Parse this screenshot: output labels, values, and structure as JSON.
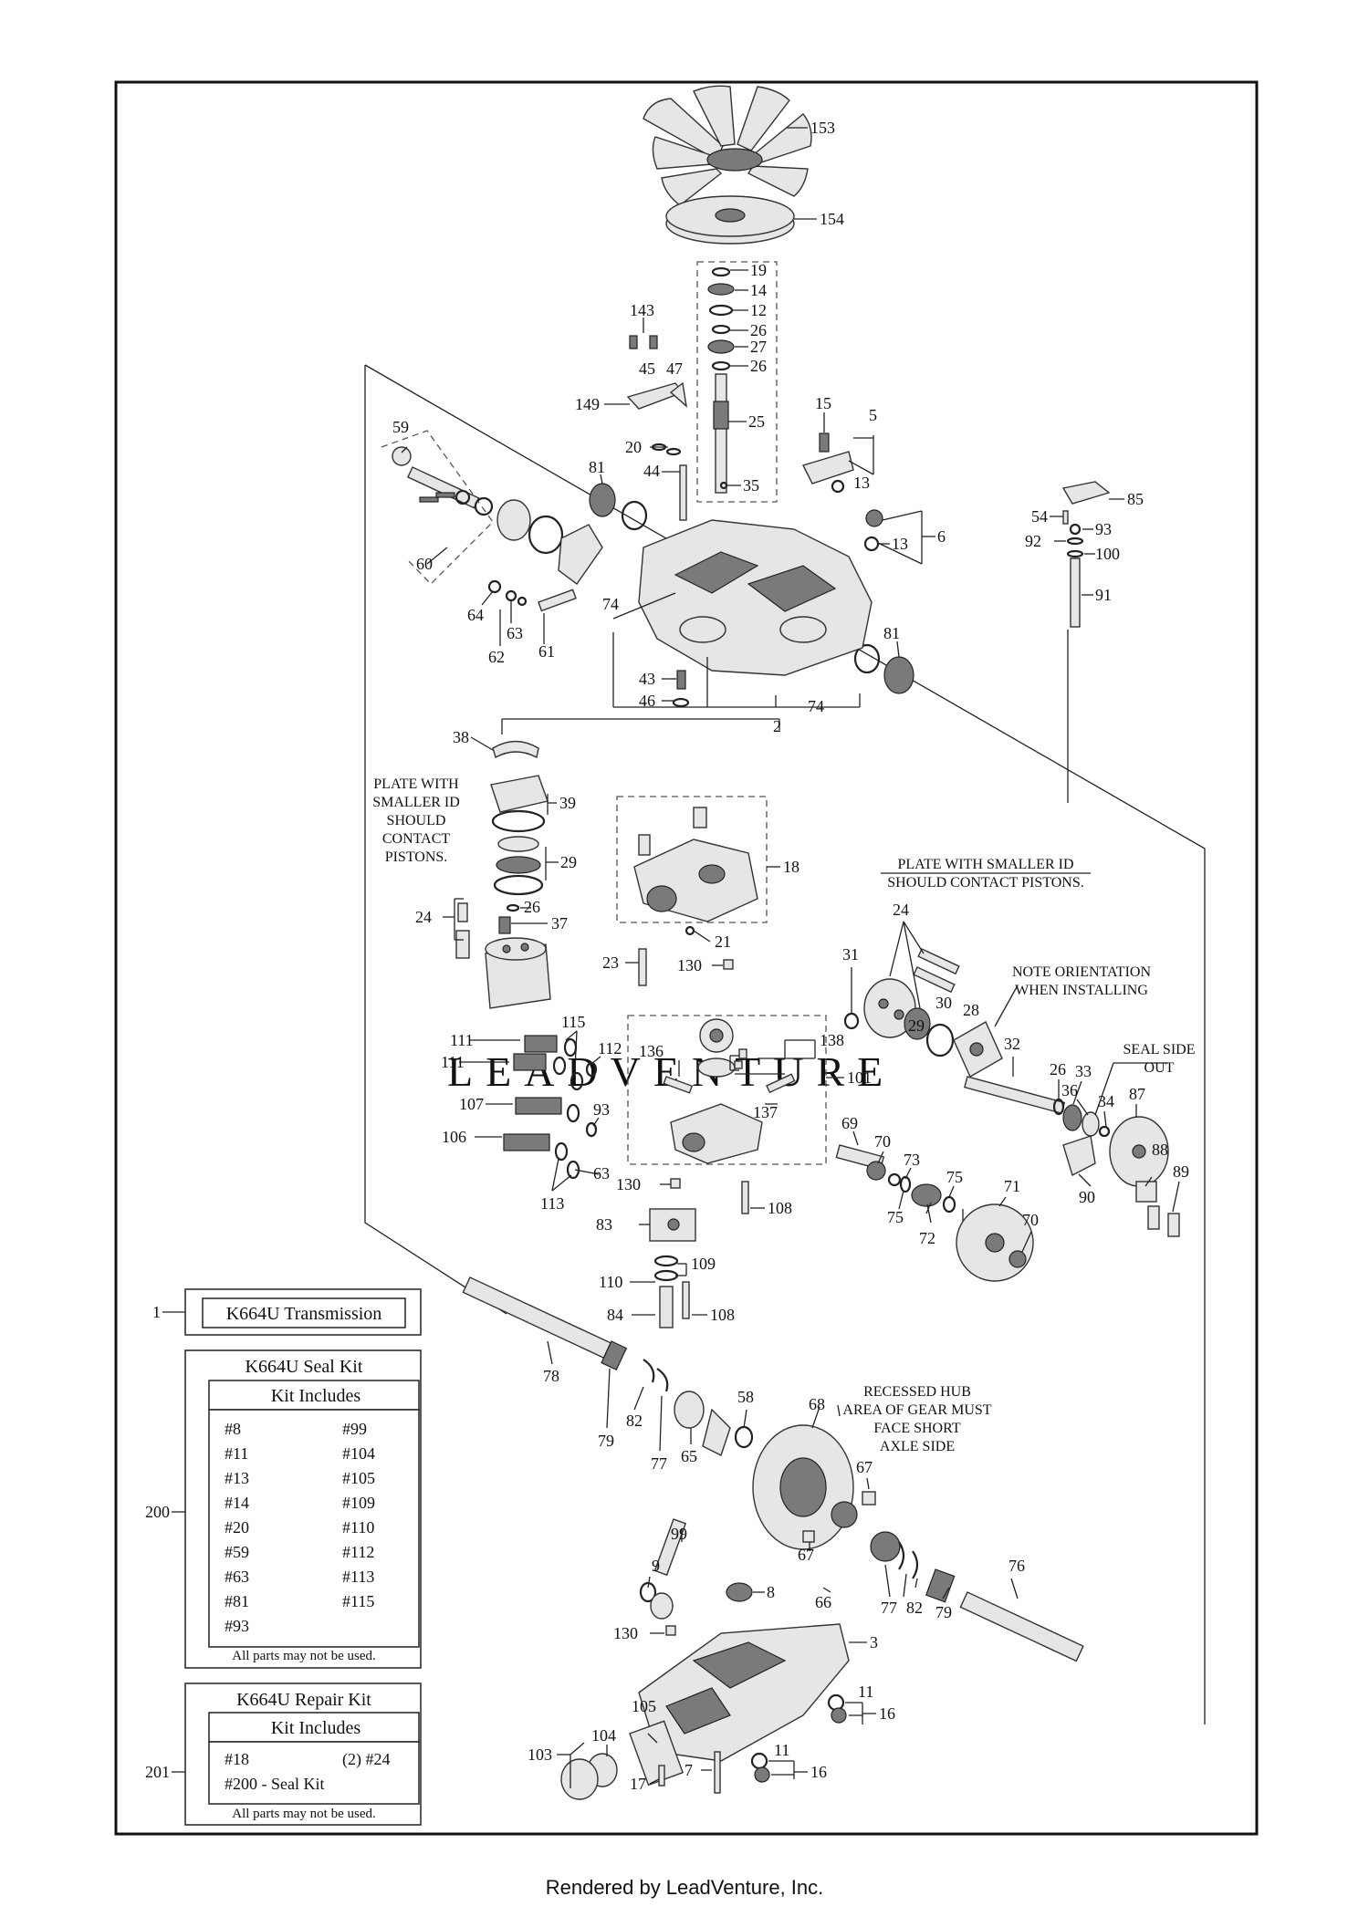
{
  "callouts": {
    "p153": "153",
    "p154": "154",
    "p19": "19",
    "p14": "14",
    "p12": "12",
    "p26a": "26",
    "p27": "27",
    "p26b": "26",
    "p143": "143",
    "p45": "45",
    "p47": "47",
    "p149": "149",
    "p25": "25",
    "p15": "15",
    "p5": "5",
    "p59": "59",
    "p20": "20",
    "p44": "44",
    "p13a": "13",
    "p35": "35",
    "p81a": "81",
    "p85": "85",
    "p54": "54",
    "p93a": "93",
    "p6": "6",
    "p13b": "13",
    "p92": "92",
    "p100": "100",
    "p60": "60",
    "p91": "91",
    "p64": "64",
    "p74a": "74",
    "p63a": "63",
    "p61": "61",
    "p62": "62",
    "p81b": "81",
    "p43": "43",
    "p46": "46",
    "p74b": "74",
    "p2": "2",
    "p38": "38",
    "p39": "39",
    "p29a": "29",
    "p18": "18",
    "p26c": "26",
    "p37": "37",
    "p24a": "24",
    "p21": "21",
    "p23": "23",
    "p130a": "130",
    "p31": "31",
    "p24b": "24",
    "p29b": "29",
    "p30": "30",
    "p28": "28",
    "p111a": "111",
    "p115": "115",
    "p112": "112",
    "p136": "136",
    "p138": "138",
    "p111b": "111",
    "p101": "101",
    "p32": "32",
    "p26d": "26",
    "p33": "33",
    "p36": "36",
    "p34": "34",
    "p107": "107",
    "p93b": "93",
    "p137": "137",
    "p87": "87",
    "p69": "69",
    "p70a": "70",
    "p73": "73",
    "p106": "106",
    "p63b": "63",
    "p88": "88",
    "p90": "90",
    "p89": "89",
    "p75a": "75",
    "p75b": "75",
    "p71": "71",
    "p113": "113",
    "p130b": "130",
    "p108a": "108",
    "p72": "72",
    "p70b": "70",
    "p83": "83",
    "p109": "109",
    "p110": "110",
    "p84": "84",
    "p108b": "108",
    "p78": "78",
    "p58": "58",
    "p68": "68",
    "p82a": "82",
    "p79a": "79",
    "p77a": "77",
    "p65": "65",
    "p67a": "67",
    "p67b": "67",
    "p99": "99",
    "p9": "9",
    "p8": "8",
    "p66": "66",
    "p77b": "77",
    "p82b": "82",
    "p79b": "79",
    "p76": "76",
    "p130c": "130",
    "p3": "3",
    "p11a": "11",
    "p16a": "16",
    "p105": "105",
    "p104": "104",
    "p103": "103",
    "p17": "17",
    "p7": "7",
    "p11b": "11",
    "p16b": "16"
  },
  "notes": {
    "plate_left_1": "PLATE WITH",
    "plate_left_2": "SMALLER ID",
    "plate_left_3": "SHOULD",
    "plate_left_4": "CONTACT",
    "plate_left_5": "PISTONS.",
    "plate_right_1": "PLATE WITH SMALLER ID",
    "plate_right_2": "SHOULD CONTACT PISTONS.",
    "orient_1": "NOTE ORIENTATION",
    "orient_2": "WHEN INSTALLING",
    "seal_1": "SEAL SIDE",
    "seal_2": "OUT",
    "hub_1": "RECESSED HUB",
    "hub_2": "AREA OF GEAR MUST",
    "hub_3": "FACE SHORT",
    "hub_4": "AXLE SIDE"
  },
  "kits": {
    "transmission": {
      "ref": "1",
      "title": "K664U Transmission"
    },
    "seal_kit": {
      "ref": "200",
      "title": "K664U Seal Kit",
      "header": "Kit Includes",
      "left": [
        "#8",
        "#11",
        "#13",
        "#14",
        "#20",
        "#59",
        "#63",
        "#81",
        "#93"
      ],
      "right": [
        "#99",
        "#104",
        "#105",
        "#109",
        "#110",
        "#112",
        "#113",
        "#115"
      ],
      "footnote": "All parts may not be used."
    },
    "repair_kit": {
      "ref": "201",
      "title": "K664U Repair Kit",
      "header": "Kit Includes",
      "row1_left": "#18",
      "row1_right": "(2) #24",
      "row2": "#200 - Seal Kit",
      "footnote": "All parts may not be used."
    }
  },
  "watermark": "LEADVENTURE",
  "footer": "Rendered by LeadVenture, Inc."
}
